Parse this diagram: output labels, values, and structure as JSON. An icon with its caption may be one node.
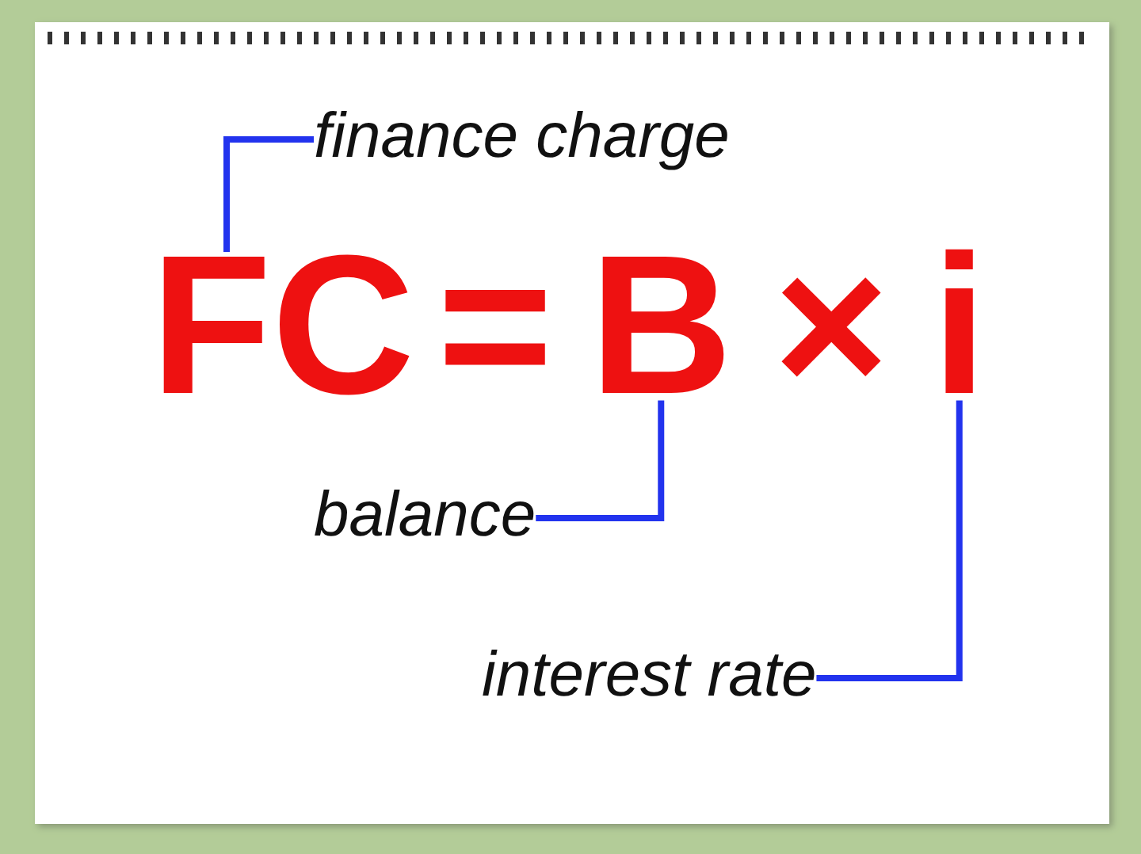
{
  "diagram": {
    "nodes": [
      {
        "text": [
          "finance charge"
        ]
      },
      {
        "text": [
          "FC"
        ]
      },
      {
        "text": [
          "B"
        ]
      },
      {
        "text": [
          "i"
        ]
      },
      {
        "text": [
          "balance"
        ]
      },
      {
        "text": [
          "interest rate"
        ]
      }
    ],
    "edges": [
      {
        "from": 0,
        "to": 1,
        "arrow": "none"
      },
      {
        "from": 4,
        "to": 2,
        "arrow": "none"
      },
      {
        "from": 5,
        "to": 3,
        "arrow": "none"
      }
    ],
    "labels": [
      "=",
      "×"
    ]
  }
}
